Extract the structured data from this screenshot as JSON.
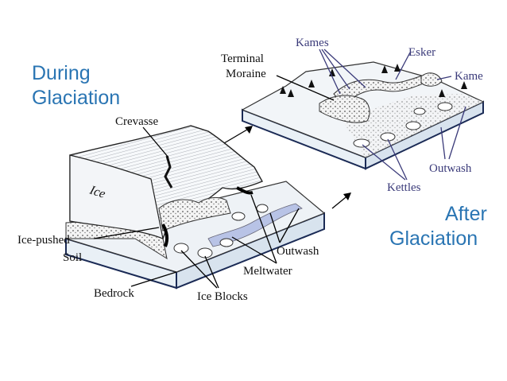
{
  "headings": {
    "during": [
      "During",
      "Glaciation"
    ],
    "after": [
      "After",
      "Glaciation"
    ]
  },
  "labels": {
    "crevasse": "Crevasse",
    "ice": "Ice",
    "ice_pushed_soil": [
      "Ice-pushed",
      "Soil"
    ],
    "bedrock": "Bedrock",
    "ice_blocks": "Ice Blocks",
    "meltwater": "Meltwater",
    "outwash_during": "Outwash",
    "terminal_moraine": [
      "Terminal",
      "Moraine"
    ],
    "kames": "Kames",
    "esker": "Esker",
    "kame": "Kame",
    "outwash_after": "Outwash",
    "kettles": "Kettles"
  },
  "colors": {
    "heading_blue": "#2a75b3",
    "label_blue": "#3b3b7a",
    "block_front": "#eaf1f7",
    "block_edge": "#1a2a55",
    "ground": "#eef2f6",
    "meltwater": "#b8c3e6"
  }
}
